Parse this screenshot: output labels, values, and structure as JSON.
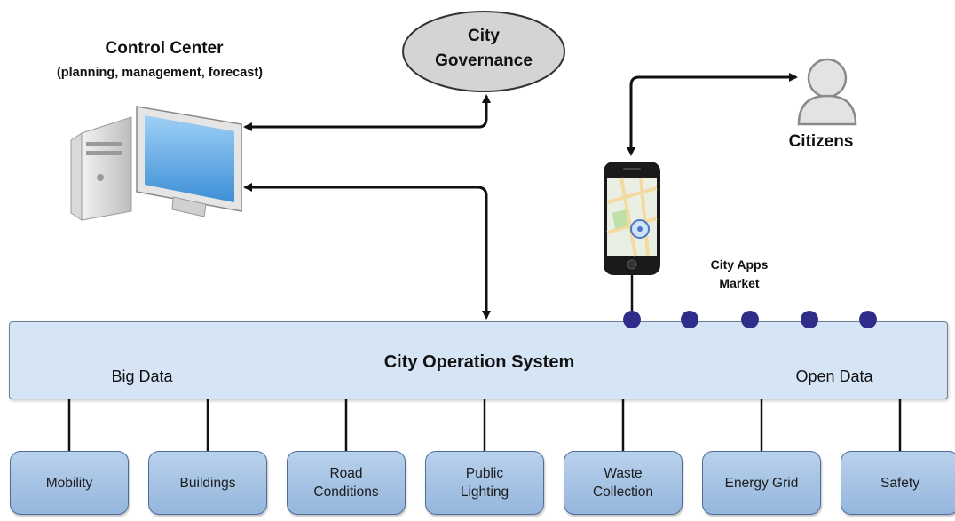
{
  "diagram": {
    "control_center": {
      "title": "Control Center",
      "subtitle": "(planning, management, forecast)"
    },
    "governance": {
      "line1": "City",
      "line2": "Governance"
    },
    "citizens": {
      "label": "Citizens"
    },
    "apps_market": {
      "line1": "City Apps",
      "line2": "Market"
    },
    "operation_system": {
      "title": "City Operation System",
      "left_label": "Big Data",
      "right_label": "Open Data"
    },
    "modules": [
      {
        "label": "Mobility"
      },
      {
        "label": "Buildings"
      },
      {
        "label": "Road\nConditions"
      },
      {
        "label": "Public\nLighting"
      },
      {
        "label": "Waste\nCollection"
      },
      {
        "label": "Energy Grid"
      },
      {
        "label": "Safety"
      }
    ],
    "colors": {
      "module_fill": "#a7c4e6",
      "module_border": "#4d6d97",
      "os_fill": "#d6e5f6",
      "governance_fill": "#d4d4d4",
      "app_dot": "#2e2e8a"
    }
  }
}
